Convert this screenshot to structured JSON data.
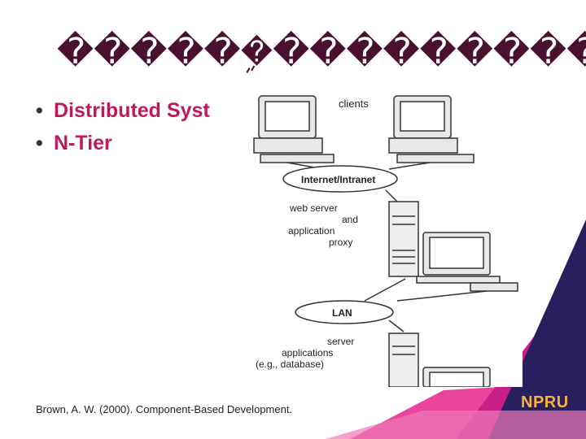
{
  "slide": {
    "title": "������ܹ����������������",
    "bullets": [
      {
        "label": "Distributed Syst"
      },
      {
        "label": "N-Tier"
      }
    ],
    "citation": "Brown, A. W. (2000). Component-Based Development.",
    "logo_text": "NPRU"
  },
  "diagram": {
    "clients_label": "clients",
    "internet_label": "Internet/Intranet",
    "web_server_lines": [
      "web server",
      "and",
      "application",
      "proxy"
    ],
    "lan_label": "LAN",
    "server_lines": [
      "server",
      "applications",
      "(e.g., database)"
    ]
  },
  "colors": {
    "title": "#4a1030",
    "bullet_text": "#c0185c",
    "corner_pink": "#e8459c",
    "corner_magenta": "#c81e86",
    "corner_navy": "#2a1f5e",
    "logo": "#f4b43c"
  }
}
